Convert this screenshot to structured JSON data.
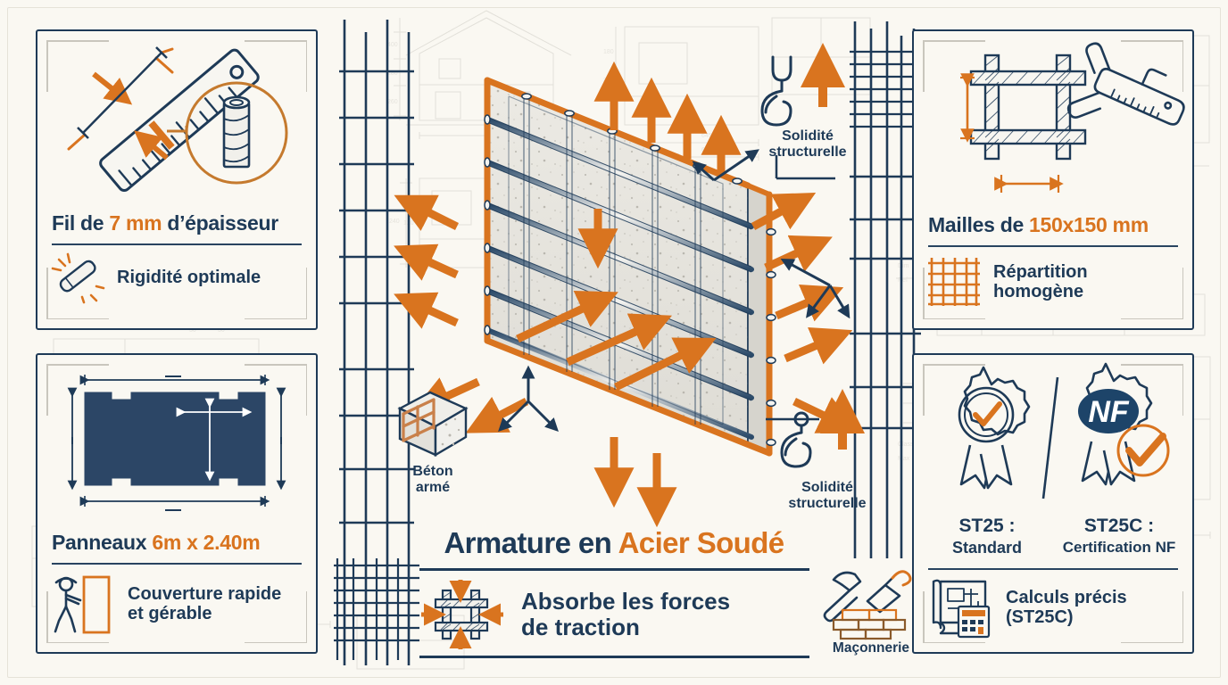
{
  "meta": {
    "language": "fr",
    "bg_color": "#faf8f2",
    "navy": "#1e3a57",
    "orange": "#d9741f",
    "concrete_fill": "#e2e1dc"
  },
  "center": {
    "title_prefix": "Armature en ",
    "title_highlight": "Acier Soudé",
    "feature_line1": "Absorbe les forces",
    "feature_line2": "de traction",
    "feature_icon": "mesh-compression-icon",
    "illustration": "welded-steel-mesh-concrete-panel-3d",
    "callouts": [
      {
        "id": "solidite-top",
        "line1": "Solidité",
        "line2": "structurelle",
        "icon": "crane-hook-icon"
      },
      {
        "id": "beton-arme",
        "line1": "Béton",
        "line2": "armé",
        "icon": "reinforced-concrete-block-icon"
      },
      {
        "id": "solidite-bottom",
        "line1": "Solidité",
        "line2": "structurelle",
        "icon": "crane-hook-icon"
      },
      {
        "id": "maconnerie",
        "line1": "Maçonnerie",
        "line2": "",
        "icon": "masonry-hammer-trowel-bricks-icon"
      }
    ]
  },
  "cards": {
    "wire": {
      "id": "fil-epaisseur",
      "art_icon": "ruler-with-wire-magnifier-icon",
      "title_prefix": "Fil de ",
      "title_highlight": "7 mm",
      "title_suffix": " d’épaisseur",
      "foot_icon": "rigid-bar-shine-icon",
      "foot_text": "Rigidité optimale"
    },
    "panel": {
      "id": "panneaux-dimensions",
      "art_icon": "panel-dimension-diagram-icon",
      "title_prefix": "Panneaux ",
      "title_highlight": "6m x 2.40m",
      "title_suffix": "",
      "foot_icon": "worker-carrying-panel-icon",
      "foot_text_line1": "Couverture rapide",
      "foot_text_line2": "et gérable"
    },
    "mesh": {
      "id": "mailles-dimensions",
      "art_icon": "mesh-cell-caliper-icon",
      "title_prefix": "Mailles de ",
      "title_highlight": "150x150 mm",
      "title_suffix": "",
      "foot_icon": "orange-grid-icon",
      "foot_text_line1": "Répartition",
      "foot_text_line2": "homogène"
    },
    "certif": {
      "id": "certifications",
      "badge_left": {
        "icon": "rosette-check-icon",
        "label_line1": "ST25 :",
        "label_line2": "Standard"
      },
      "badge_right": {
        "icon": "nf-rosette-check-icon",
        "badge_text": "NF",
        "label_line1": "ST25C :",
        "label_line2": "Certification NF"
      },
      "foot_icon": "blueprint-calculator-icon",
      "foot_text_line1": "Calculs précis",
      "foot_text_line2": "(ST25C)"
    }
  }
}
